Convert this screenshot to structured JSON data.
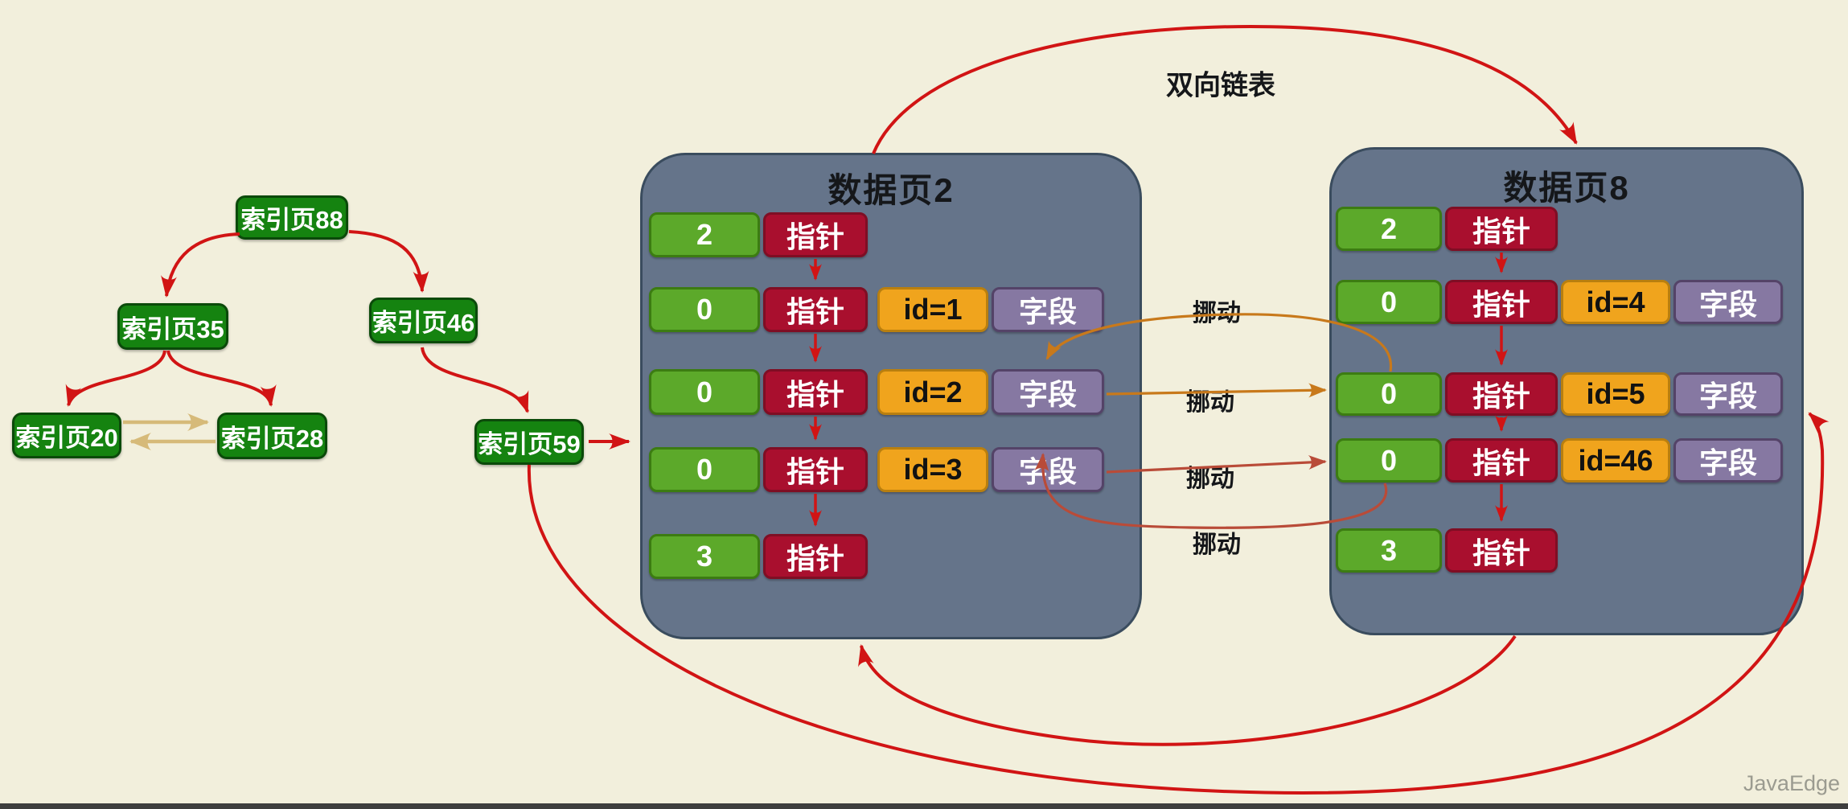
{
  "labels": {
    "linked_list": "双向链表",
    "move1": "挪动",
    "move2": "挪动",
    "move3": "挪动",
    "move4": "挪动",
    "watermark": "JavaEdge"
  },
  "index_tree": {
    "nodes": [
      {
        "label": "索引页88"
      },
      {
        "label": "索引页35"
      },
      {
        "label": "索引页46"
      },
      {
        "label": "索引页20"
      },
      {
        "label": "索引页28"
      },
      {
        "label": "索引页59"
      }
    ]
  },
  "pages": [
    {
      "title": "数据页2",
      "rows": [
        {
          "num": "2",
          "ptr": "指针"
        },
        {
          "num": "0",
          "ptr": "指针",
          "id": "id=1",
          "field": "字段"
        },
        {
          "num": "0",
          "ptr": "指针",
          "id": "id=2",
          "field": "字段"
        },
        {
          "num": "0",
          "ptr": "指针",
          "id": "id=3",
          "field": "字段"
        },
        {
          "num": "3",
          "ptr": "指针"
        }
      ]
    },
    {
      "title": "数据页8",
      "rows": [
        {
          "num": "2",
          "ptr": "指针"
        },
        {
          "num": "0",
          "ptr": "指针",
          "id": "id=4",
          "field": "字段"
        },
        {
          "num": "0",
          "ptr": "指针",
          "id": "id=5",
          "field": "字段"
        },
        {
          "num": "0",
          "ptr": "指针",
          "id": "id=46",
          "field": "字段"
        },
        {
          "num": "3",
          "ptr": "指针"
        }
      ]
    }
  ],
  "colors": {
    "background": "#F2EFDC",
    "page_fill": "#65748A",
    "page_border": "#3A4C5E",
    "record_green": "#5CA92A",
    "pointer_red": "#A90F2E",
    "id_orange": "#F0A41D",
    "field_purple": "#8678A2",
    "index_green": "#158310",
    "arrow_red": "#D11414",
    "arrow_orange": "#C8791B",
    "arrow_brick": "#B94B38",
    "arrow_tan": "#D6BA79"
  }
}
